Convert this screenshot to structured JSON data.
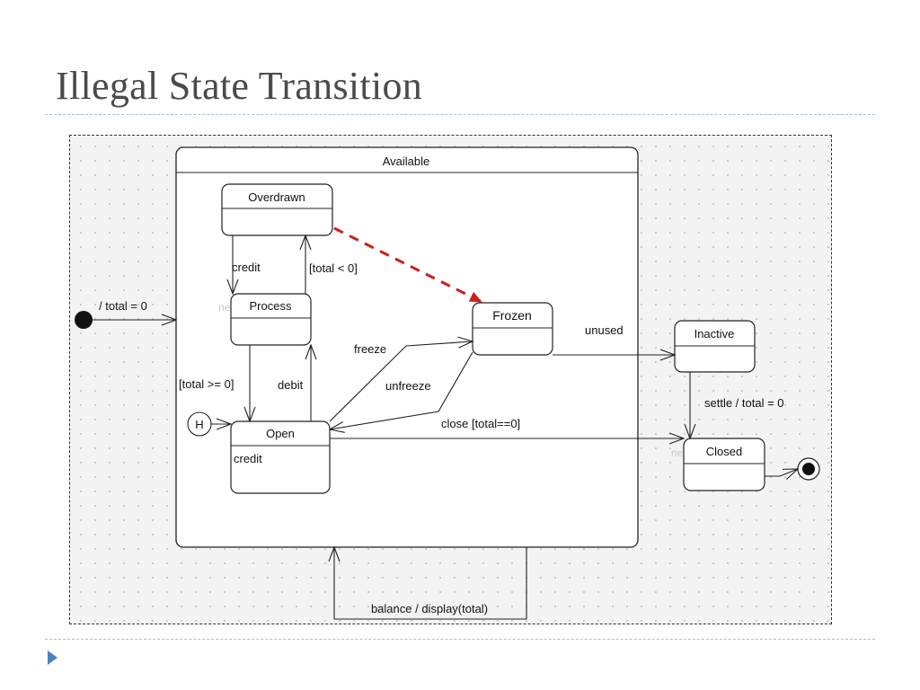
{
  "slide": {
    "title": "Illegal State Transition"
  },
  "diagram": {
    "composite_state": "Available",
    "states": {
      "overdrawn": "Overdrawn",
      "process": "Process",
      "open": "Open",
      "open_activity": "credit",
      "frozen": "Frozen",
      "inactive": "Inactive",
      "closed": "Closed",
      "history": "H"
    },
    "ghost_labels": {
      "process_note": "ne          te",
      "closed_note": "ne          te"
    },
    "transitions": {
      "initial": "/ total = 0",
      "credit": "credit",
      "total_lt_0": "[total < 0]",
      "total_ge_0": "[total >= 0]",
      "debit": "debit",
      "freeze": "freeze",
      "unfreeze": "unfreeze",
      "close": "close [total==0]",
      "unused": "unused",
      "settle": "settle / total = 0",
      "balance": "balance / display(total)"
    },
    "highlight_color": "#cc1f1f"
  }
}
